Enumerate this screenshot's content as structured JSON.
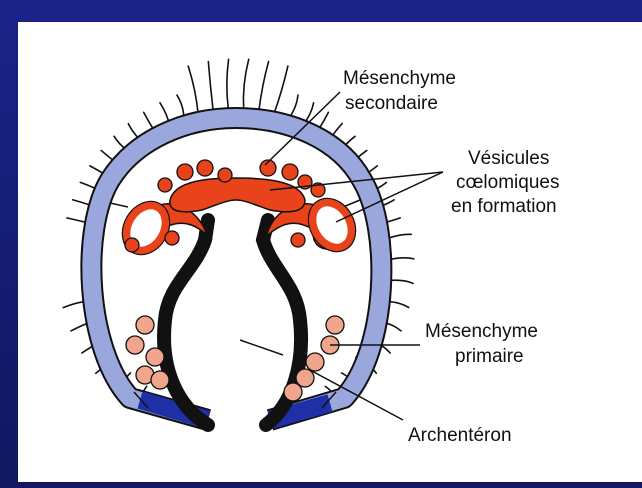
{
  "labels": {
    "mesenchyme_secondary": [
      "Mésenchyme",
      "secondaire"
    ],
    "coelomic_vesicles": [
      "Vésicules",
      "cœlomiques",
      "en formation"
    ],
    "mesenchyme_primary": [
      "Mésenchyme",
      "primaire"
    ],
    "archenteron": "Archentéron"
  },
  "colors": {
    "background": "#141a6e",
    "ectoderm": "#9aa7dc",
    "ectoderm_vegetal": "#1f2fa6",
    "endoderm": "#111111",
    "coelom": "#e8431a",
    "primary_mesenchyme": "#f0a58c"
  }
}
